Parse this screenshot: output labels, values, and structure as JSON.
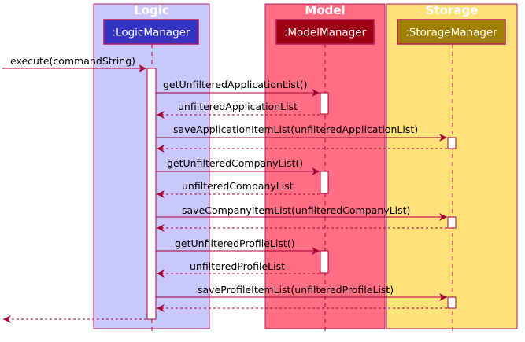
{
  "colors": {
    "logic_box": "#C8C8FA",
    "model_box": "#FF6E82",
    "storage_box": "#FFE17A",
    "box_border": "#B01E5A",
    "logic_participant": "#3333C4",
    "model_participant": "#9D0012",
    "storage_participant": "#A08000",
    "arrow": "#A80036",
    "lifeline": "#A80036"
  },
  "boxes": {
    "logic": "Logic",
    "model": "Model",
    "storage": "Storage"
  },
  "participants": {
    "logic_manager": ":LogicManager",
    "model_manager": ":ModelManager",
    "storage_manager": ":StorageManager"
  },
  "messages": [
    {
      "label": "execute(commandString)",
      "from": "external",
      "to": "logic_manager",
      "kind": "call"
    },
    {
      "label": "getUnfilteredApplicationList()",
      "from": "logic_manager",
      "to": "model_manager",
      "kind": "call"
    },
    {
      "label": "unfilteredApplicationList",
      "from": "model_manager",
      "to": "logic_manager",
      "kind": "return"
    },
    {
      "label": "saveApplicationItemList(unfilteredApplicationList)",
      "from": "logic_manager",
      "to": "storage_manager",
      "kind": "call"
    },
    {
      "label": "",
      "from": "storage_manager",
      "to": "logic_manager",
      "kind": "return"
    },
    {
      "label": "getUnfilteredCompanyList()",
      "from": "logic_manager",
      "to": "model_manager",
      "kind": "call"
    },
    {
      "label": "unfilteredCompanyList",
      "from": "model_manager",
      "to": "logic_manager",
      "kind": "return"
    },
    {
      "label": "saveCompanyItemList(unfilteredCompanyList)",
      "from": "logic_manager",
      "to": "storage_manager",
      "kind": "call"
    },
    {
      "label": "",
      "from": "storage_manager",
      "to": "logic_manager",
      "kind": "return"
    },
    {
      "label": "getUnfilteredProfileList()",
      "from": "logic_manager",
      "to": "model_manager",
      "kind": "call"
    },
    {
      "label": "unfilteredProfileList",
      "from": "model_manager",
      "to": "logic_manager",
      "kind": "return"
    },
    {
      "label": "saveProfileItemList(unfilteredProfileList)",
      "from": "logic_manager",
      "to": "storage_manager",
      "kind": "call"
    },
    {
      "label": "",
      "from": "storage_manager",
      "to": "logic_manager",
      "kind": "return"
    },
    {
      "label": "",
      "from": "logic_manager",
      "to": "external",
      "kind": "return"
    }
  ]
}
